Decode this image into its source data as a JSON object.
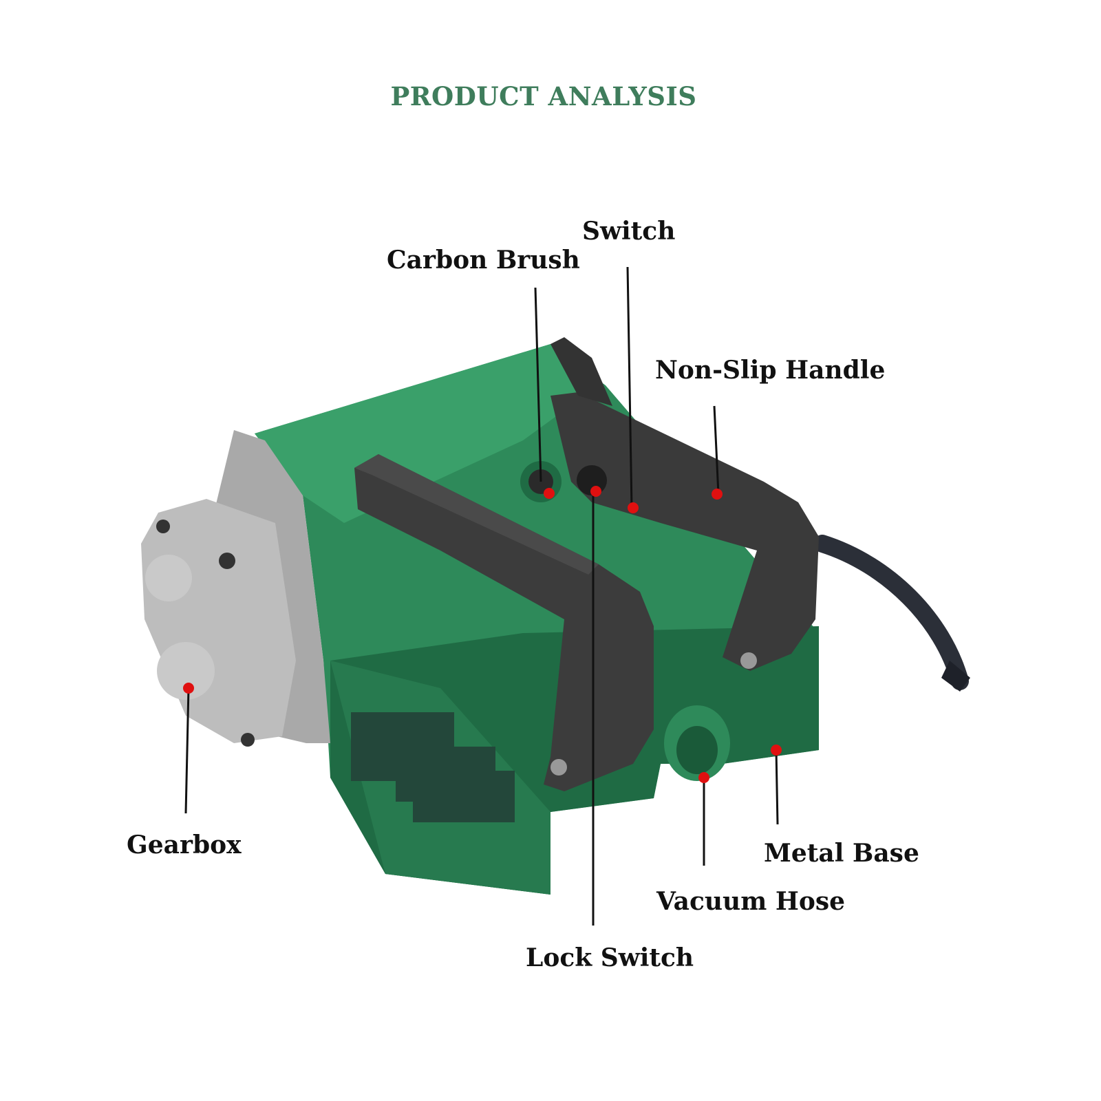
{
  "title": "PRODUCT ANALYSIS",
  "colors": {
    "title": "#3f7d5c",
    "body_green": "#2e8a5a",
    "body_green_dark": "#1f6b44",
    "body_green_light": "#3aa06a",
    "handle": "#3a3a3a",
    "gearbox": "#b9b9b9",
    "marker": "#e01010",
    "leader": "#111111",
    "redaction": "#23473a"
  },
  "labels": {
    "switch": "Switch",
    "carbon_brush": "Carbon Brush",
    "non_slip_handle": "Non-Slip Handle",
    "gearbox": "Gearbox",
    "metal_base": "Metal Base",
    "vacuum_hose": "Vacuum Hose",
    "lock_switch": "Lock Switch"
  }
}
